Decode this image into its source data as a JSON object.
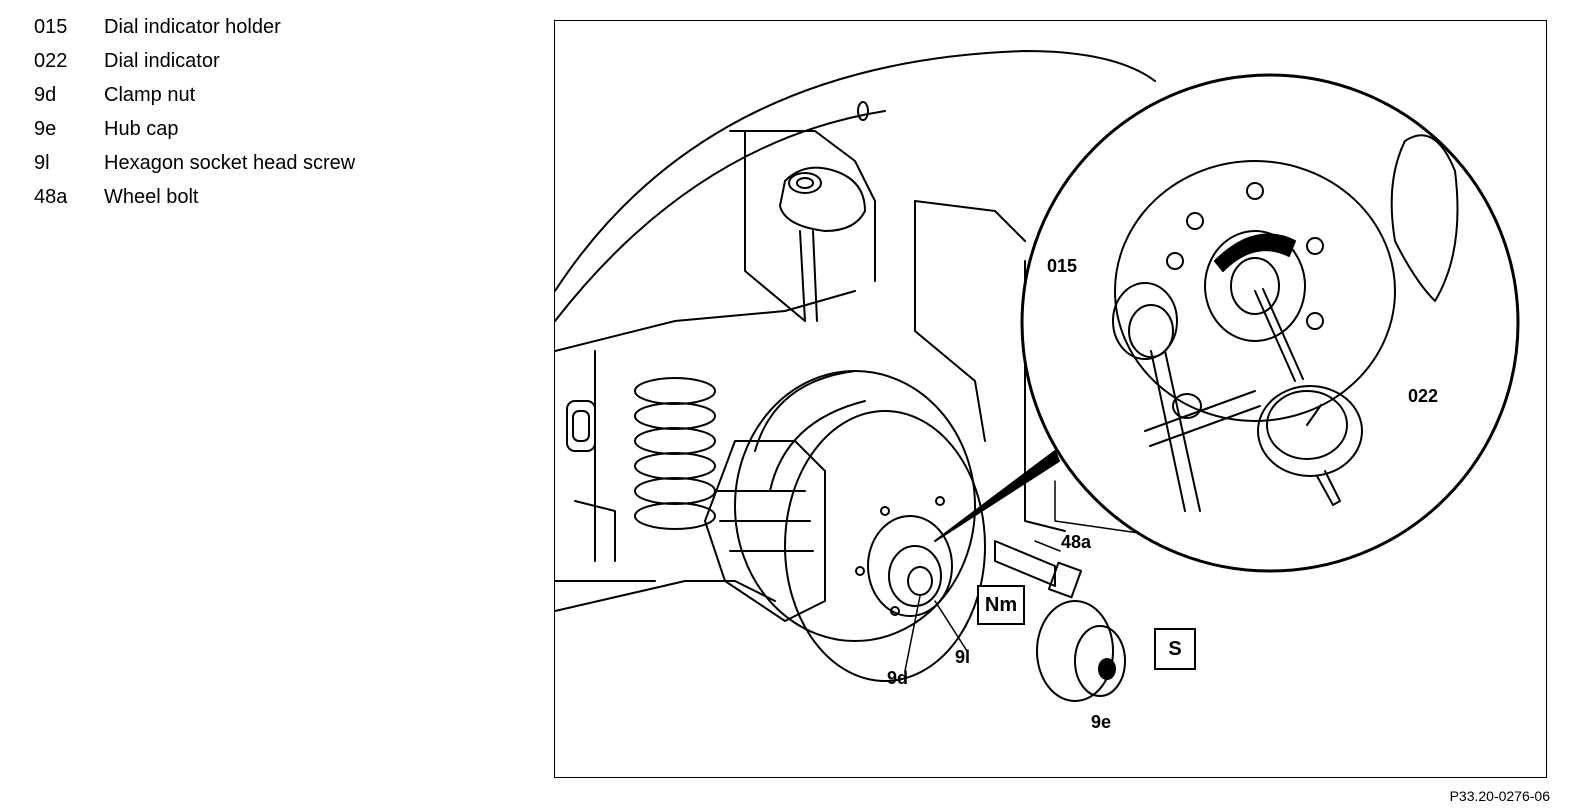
{
  "legend": [
    {
      "code": "015",
      "desc": "Dial indicator holder"
    },
    {
      "code": "022",
      "desc": "Dial indicator"
    },
    {
      "code": "9d",
      "desc": "Clamp nut"
    },
    {
      "code": "9e",
      "desc": "Hub cap"
    },
    {
      "code": "9l",
      "desc": "Hexagon socket head screw"
    },
    {
      "code": "48a",
      "desc": "Wheel bolt"
    }
  ],
  "callouts": {
    "c015": "015",
    "c022": "022",
    "c9d": "9d",
    "c9e": "9e",
    "c9l": "9l",
    "c48a": "48a"
  },
  "symbols": {
    "torque": "Nm",
    "special_tool": "S"
  },
  "figure_code": "P33.20-0276-06"
}
